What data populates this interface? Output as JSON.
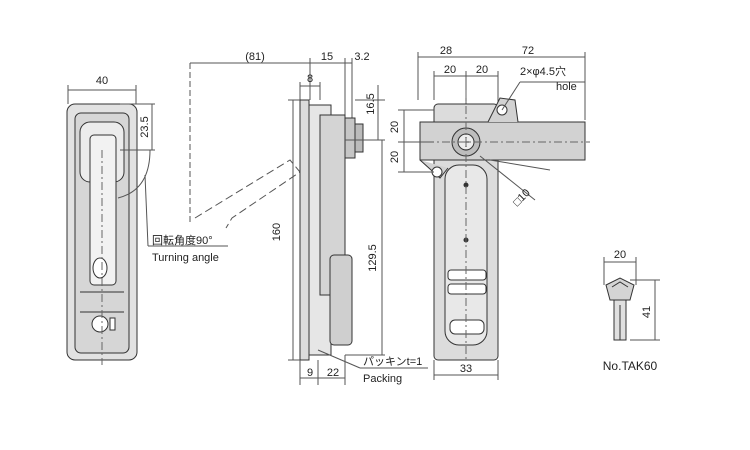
{
  "front_view": {
    "width_dim": "40",
    "handle_dim": "23.5",
    "turning_angle_jp": "回転角度90°",
    "turning_angle_en": "Turning angle"
  },
  "side_view": {
    "dim_81": "(81)",
    "dim_15": "15",
    "dim_3_2": "3.2",
    "dim_8": "8",
    "dim_16_5": "16.5",
    "dim_160": "160",
    "dim_129_5": "129.5",
    "dim_9": "9",
    "dim_22": "22",
    "packing_jp": "パッキンt=1",
    "packing_en": "Packing"
  },
  "back_view": {
    "dim_28": "28",
    "dim_72": "72",
    "dim_20_a": "20",
    "dim_20_b": "20",
    "dim_20_c": "20",
    "dim_20_d": "20",
    "hole_jp": "2×φ4.5穴",
    "hole_en": "hole",
    "dim_sq10": "□10",
    "dim_33": "33"
  },
  "key_view": {
    "dim_20": "20",
    "dim_41": "41",
    "part_no": "No.TAK60"
  },
  "colors": {
    "line": "#333333",
    "fill_light": "#dcdcdc",
    "fill_mid": "#c8c8c8",
    "dim_line": "#555555"
  }
}
